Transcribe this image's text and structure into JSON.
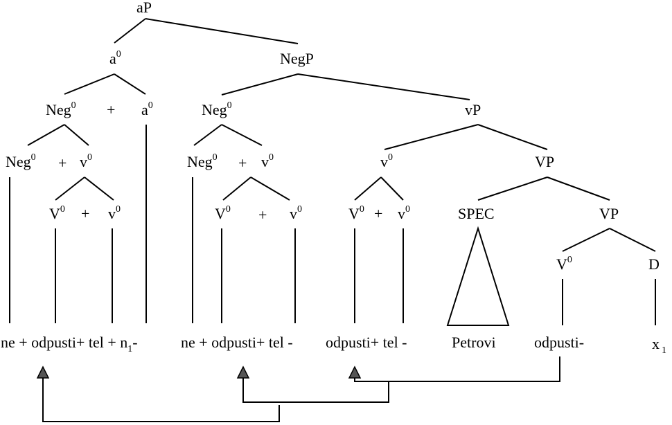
{
  "labels": {
    "aP": "aP",
    "a": "a",
    "zero": "0",
    "NegP": "NegP",
    "Neg": "Neg",
    "plus": "+",
    "v": "v",
    "V": "V",
    "vP": "vP",
    "VP": "VP",
    "SPEC": "SPEC",
    "D": "D"
  },
  "terminals": {
    "group1": "ne + odpusti+ tel + n",
    "group1_sub": "1",
    "group1_tail": "-",
    "group2": "ne + odpusti+ tel -",
    "group3": "odpusti+ tel -",
    "petrovi": "Petrovi",
    "odpusti": "odpusti-",
    "x": "x",
    "x_sub": "1"
  }
}
